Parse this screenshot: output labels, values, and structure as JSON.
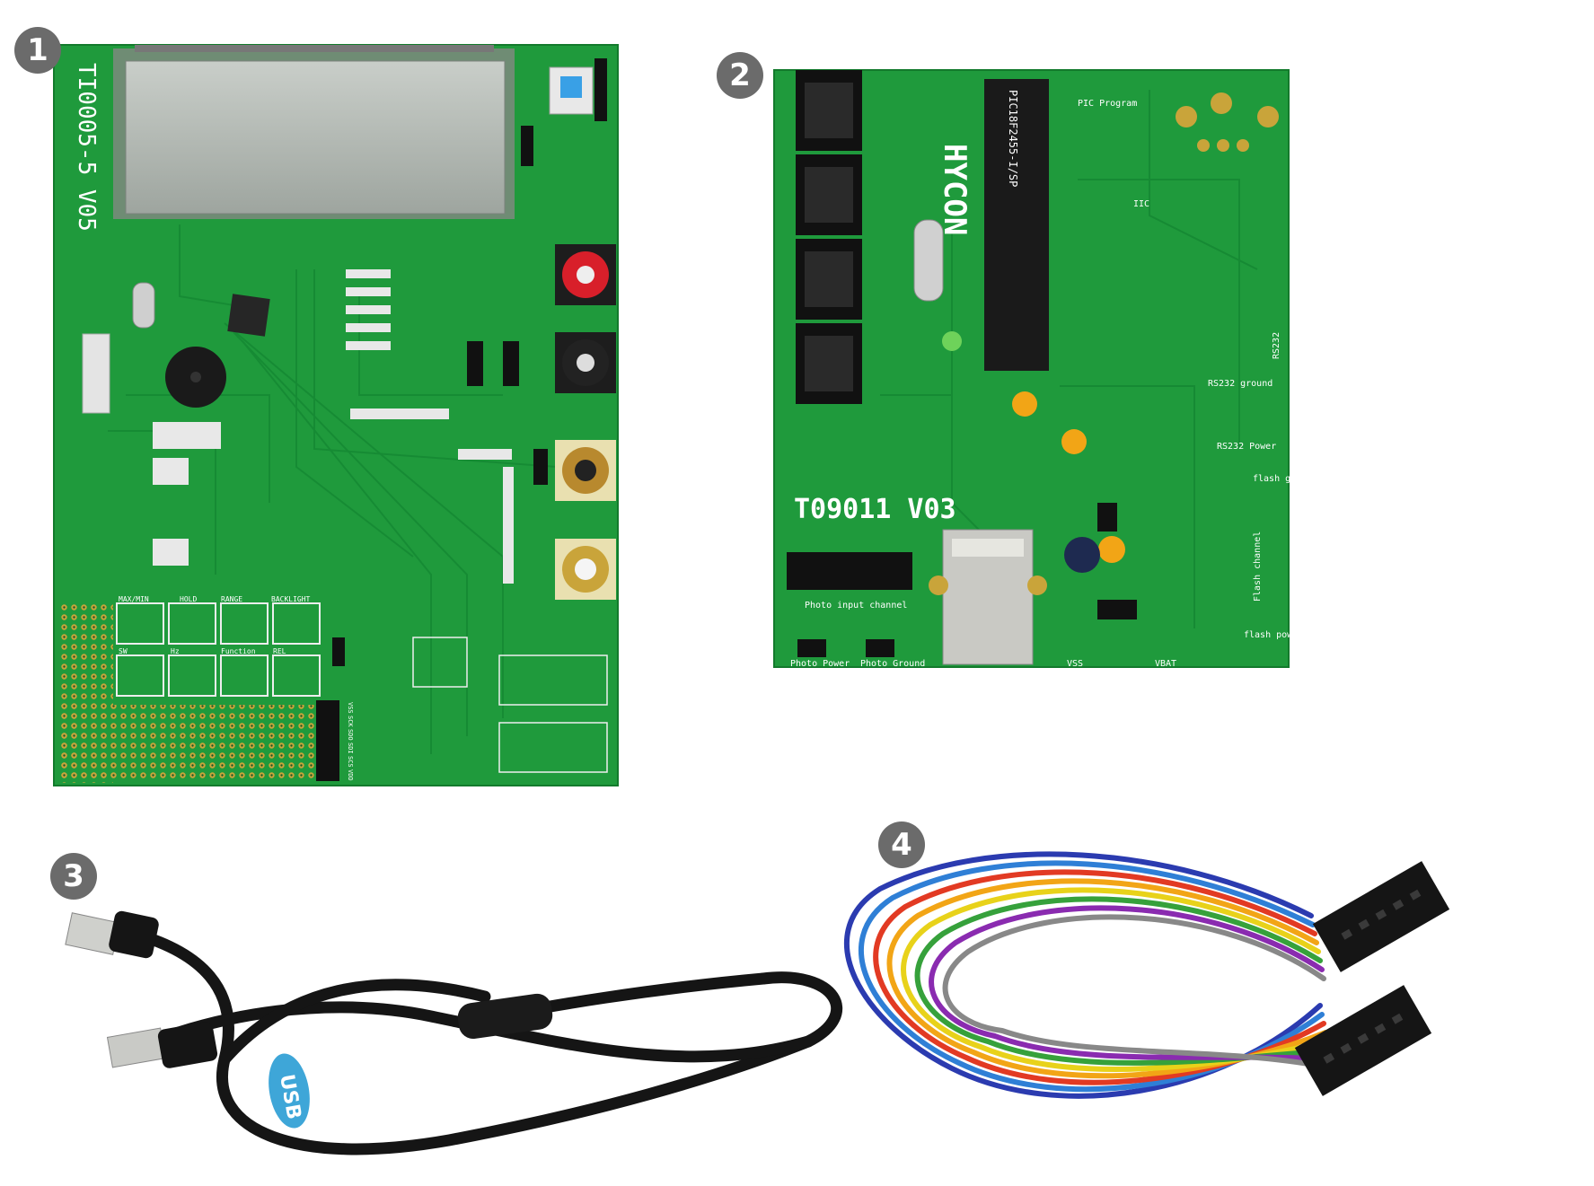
{
  "badges": [
    "1",
    "2",
    "3",
    "4"
  ],
  "board1": {
    "model": "TI0005-5  V05",
    "button_labels": [
      "MAX/MIN",
      "HOLD",
      "RANGE",
      "BACKLIGHT",
      "SW",
      "Hz",
      "Function",
      "REL"
    ],
    "header_labels": [
      "VSS",
      "SCK",
      "SDO",
      "SDI",
      "SCS",
      "VDD"
    ]
  },
  "board2": {
    "model": "T09011  V03",
    "brand": "HYCON",
    "mcu": "PIC18F2455-I/SP",
    "labels": {
      "pic_program": "PIC Program",
      "iic": "IIC",
      "photo_input": "Photo input channel",
      "photo_power": "Photo Power",
      "photo_ground": "Photo Ground",
      "rs232_ground": "RS232 ground",
      "rs232_power": "RS232 Power",
      "rs232": "RS232",
      "flash_gnd": "flash gnd",
      "flash_channel": "Flash channel",
      "flash_power": "flash power",
      "vss": "VSS",
      "vbat": "VBAT"
    }
  },
  "usb_tag": "USB",
  "colors": {
    "pcb": "#1f9a3c",
    "pcb_dark": "#137a2c",
    "badge": "#6b6b6b",
    "cable": "#151515",
    "wires": [
      "#2b3bb0",
      "#8a2bb0",
      "#2f7fd6",
      "#e23a23",
      "#f2a516",
      "#e8d21a",
      "#36a13b",
      "#888888"
    ]
  }
}
